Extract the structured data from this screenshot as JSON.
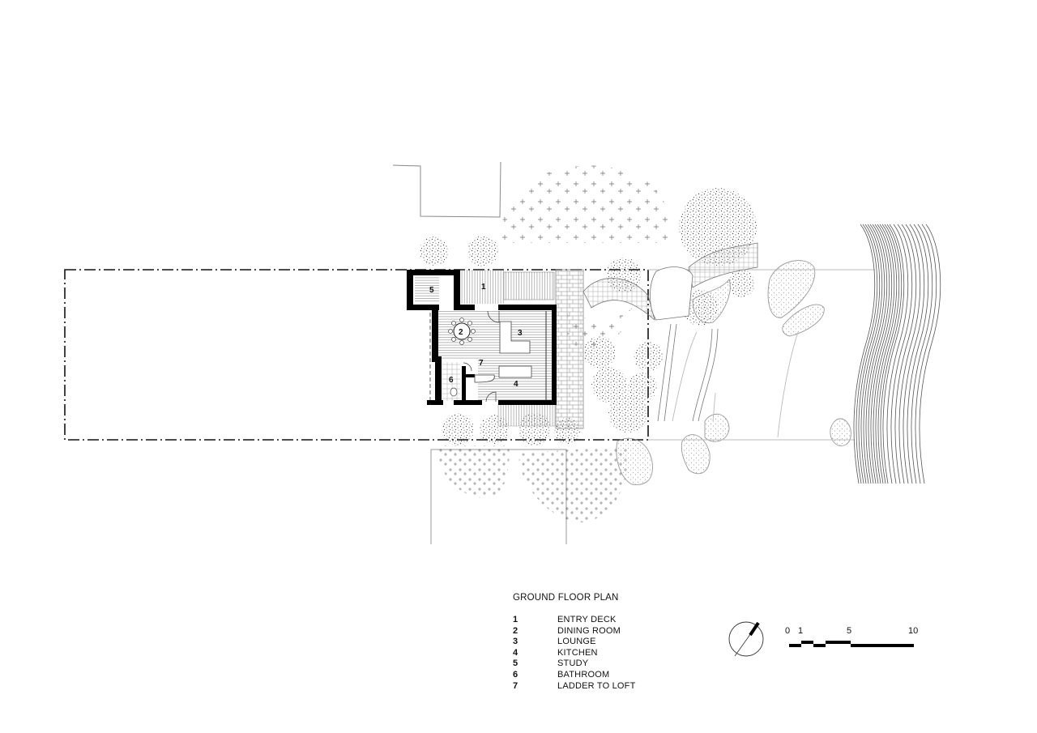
{
  "drawing": {
    "title": "GROUND FLOOR PLAN",
    "rooms": [
      {
        "number": "1",
        "name": "ENTRY DECK"
      },
      {
        "number": "2",
        "name": "DINING ROOM"
      },
      {
        "number": "3",
        "name": "LOUNGE"
      },
      {
        "number": "4",
        "name": "KITCHEN"
      },
      {
        "number": "5",
        "name": "STUDY"
      },
      {
        "number": "6",
        "name": "BATHROOM"
      },
      {
        "number": "7",
        "name": "LADDER TO LOFT"
      }
    ],
    "plan_labels": {
      "room1": "1",
      "room2": "2",
      "room3": "3",
      "room4": "4",
      "room5": "5",
      "room6": "6",
      "room7": "7"
    },
    "scale_bar": {
      "ticks": [
        "0",
        "1",
        "5",
        "10"
      ]
    },
    "north_arrow": {
      "icon": "north-arrow-icon"
    },
    "colors": {
      "ink": "#111111",
      "wall": "#000000",
      "landscape": "#777777",
      "hatch": "#999999",
      "background": "#ffffff"
    }
  }
}
